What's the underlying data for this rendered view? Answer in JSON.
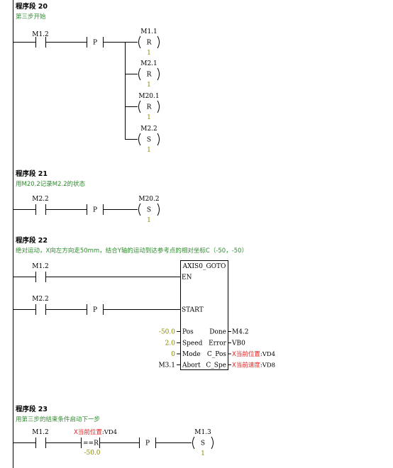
{
  "networks": [
    {
      "title": "程序段 20",
      "comment": "第三步开始",
      "contact": "M1.2",
      "edge": "P",
      "coils": [
        {
          "addr": "M1.1",
          "op": "R",
          "n": "1"
        },
        {
          "addr": "M2.1",
          "op": "R",
          "n": "1"
        },
        {
          "addr": "M20.1",
          "op": "R",
          "n": "1"
        },
        {
          "addr": "M2.2",
          "op": "S",
          "n": "1"
        }
      ]
    },
    {
      "title": "程序段 21",
      "comment": "用M20.2记录M2.2的状态",
      "contact": "M2.2",
      "edge": "P",
      "coil": {
        "addr": "M20.2",
        "op": "S",
        "n": "1"
      }
    },
    {
      "title": "程序段 22",
      "comment": "绝对运动，X向左方向走50mm，结合Y轴的运动到达参考点的相对坐标C（-50，-50）",
      "contact1": "M1.2",
      "contact2": "M2.2",
      "edge": "P",
      "block": {
        "name": "AXIS0_GOTO",
        "en": "EN",
        "start": "START",
        "inputs": [
          {
            "pin": "Pos",
            "value": "-50.0"
          },
          {
            "pin": "Speed",
            "value": "2.0"
          },
          {
            "pin": "Mode",
            "value": "0"
          },
          {
            "pin": "Abort",
            "value": "M3.1"
          }
        ],
        "outputs": [
          {
            "pin": "Done",
            "value": "M4.2",
            "symbol": ""
          },
          {
            "pin": "Error",
            "value": "VB0",
            "symbol": ""
          },
          {
            "pin": "C_Pos",
            "value": ":VD4",
            "symbol": "X当前位置"
          },
          {
            "pin": "C_Spe",
            "value": ":VD8",
            "symbol": "X当前速度"
          }
        ]
      }
    },
    {
      "title": "程序段 23",
      "comment": "用第三步的结束条件启动下一步",
      "contact": "M1.2",
      "compare": {
        "symbol": "X当前位置",
        "addr": ":VD4",
        "op": "==R",
        "value": "-50.0"
      },
      "edge": "P",
      "coil": {
        "addr": "M1.3",
        "op": "S",
        "n": "1"
      }
    }
  ]
}
